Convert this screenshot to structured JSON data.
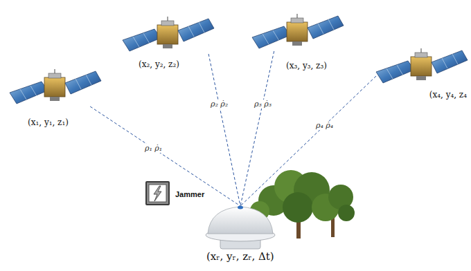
{
  "diagram": {
    "nodes": [
      {
        "text": [
          "(x₁, y₁, z₁)"
        ]
      },
      {
        "text": [
          "(x₂, y₂, z₂)"
        ]
      },
      {
        "text": [
          "(x₃, y₃, z₃)"
        ]
      },
      {
        "text": [
          "(x₄, y₄, z₄"
        ]
      },
      {
        "text": [
          "Jammer"
        ]
      },
      {
        "text": [
          "(xᵣ, yᵣ, zᵣ, Δt)"
        ]
      }
    ],
    "edges": [
      {
        "from": 0,
        "to": 5,
        "label": "ρ₁ ρ̇₁",
        "arrow": "none"
      },
      {
        "from": 1,
        "to": 5,
        "label": "ρ₂ ρ̇₂",
        "arrow": "none"
      },
      {
        "from": 2,
        "to": 5,
        "label": "ρ₃ ρ̇₃",
        "arrow": "none"
      },
      {
        "from": 3,
        "to": 5,
        "label": "ρ₄ ρ̇₄",
        "arrow": "none"
      }
    ]
  }
}
